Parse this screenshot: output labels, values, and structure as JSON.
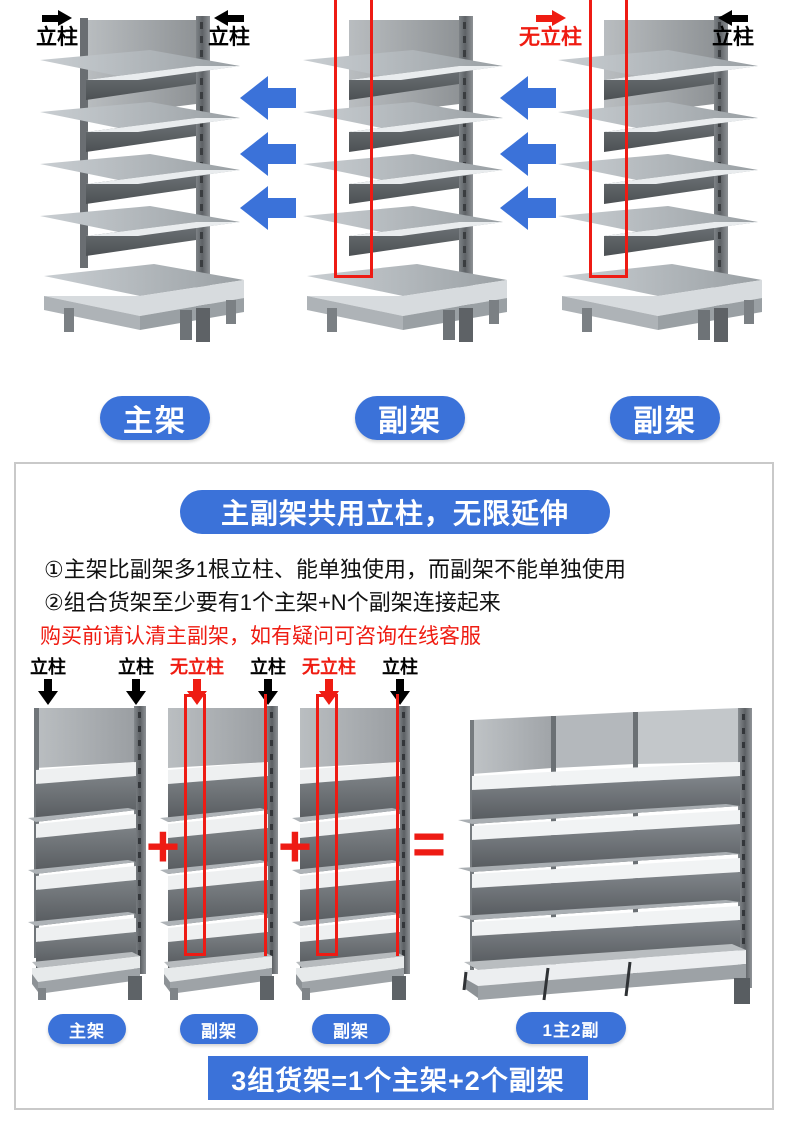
{
  "page": {
    "background": "#ffffff",
    "accent_blue": "#3b72d9",
    "accent_red": "#ee1b14",
    "border_gray": "#c9c9c9"
  },
  "top_section": {
    "units": [
      {
        "type": "main-frame",
        "pill_label": "主架",
        "left_marker": {
          "text": "立柱",
          "color": "black",
          "arrow": "right-arrow-icon"
        },
        "right_marker": {
          "text": "立柱",
          "color": "black",
          "arrow": "left-arrow-icon"
        },
        "has_red_highlight": false
      },
      {
        "type": "auxiliary-frame",
        "pill_label": "副架",
        "left_marker": null,
        "right_marker": null,
        "has_red_highlight": true
      },
      {
        "type": "auxiliary-frame",
        "pill_label": "副架",
        "left_marker": {
          "text": "无立柱",
          "color": "red",
          "arrow": "right-arrow-icon"
        },
        "right_marker": {
          "text": "立柱",
          "color": "black",
          "arrow": "left-arrow-icon"
        },
        "has_red_highlight": true
      }
    ],
    "connector_arrows": {
      "icon": "left-arrow-icon",
      "count_per_gap": 3,
      "color": "#3b72d9"
    }
  },
  "panel": {
    "headline": "主副架共用立柱，无限延伸",
    "notes": [
      "①主架比副架多1根立柱、能单独使用，而副架不能单独使用",
      "②组合货架至少要有1个主架+N个副架连接起来"
    ],
    "warning": "购买前请认清主副架，如有疑问可咨询在线客服",
    "column_markers": [
      {
        "text": "立柱",
        "color": "black"
      },
      {
        "text": "立柱",
        "color": "black"
      },
      {
        "text": "无立柱",
        "color": "red"
      },
      {
        "text": "立柱",
        "color": "black"
      },
      {
        "text": "无立柱",
        "color": "red"
      },
      {
        "text": "立柱",
        "color": "black"
      }
    ],
    "operators": [
      {
        "symbol": "+"
      },
      {
        "symbol": "+"
      },
      {
        "symbol": "="
      }
    ],
    "unit_pills": [
      "主架",
      "副架",
      "副架",
      "1主2副"
    ],
    "equation_banner": "3组货架=1个主架+2个副架"
  }
}
